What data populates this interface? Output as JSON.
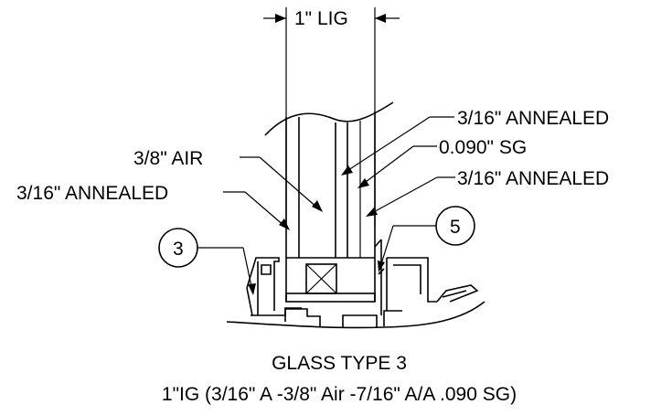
{
  "dimension": {
    "label": "1\" LIG"
  },
  "callouts": {
    "annealed_top": "3/16\" ANNEALED",
    "sg": "0.090\" SG",
    "annealed_right": "3/16\" ANNEALED",
    "air": "3/8\" AIR",
    "annealed_left": "3/16\" ANNEALED"
  },
  "bubbles": {
    "left": "3",
    "right": "5"
  },
  "caption": {
    "title": "GLASS TYPE 3",
    "subtitle": "1\"IG (3/16\" A -3/8\" Air -7/16\" A/A .090 SG)"
  }
}
